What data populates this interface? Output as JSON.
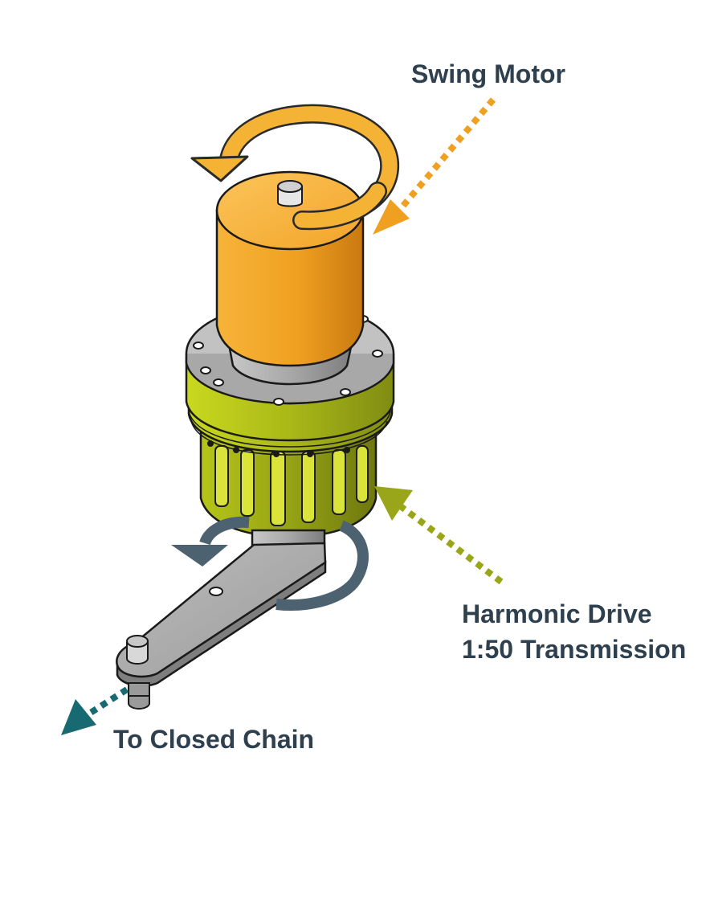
{
  "labels": {
    "swing_motor": "Swing Motor",
    "harmonic_drive_line1": "Harmonic Drive",
    "harmonic_drive_line2": "1:50 Transmission",
    "closed_chain": "To Closed Chain"
  },
  "colors": {
    "text": "#2e3f4d",
    "motor_orange": "#f0a020",
    "motor_arrow_orange": "#f4b335",
    "drive_green": "#b8c81a",
    "drive_arrow_olive": "#9aa619",
    "chain_arrow_teal": "#176a72",
    "output_arrow_slate": "#4d6270",
    "arm_grey": "#a6a6a6",
    "outline": "#1a1a1a"
  },
  "icons": {
    "motor_rotation": "curved-arrow-counterclockwise",
    "output_rotation": "curved-arrow-counterclockwise"
  }
}
